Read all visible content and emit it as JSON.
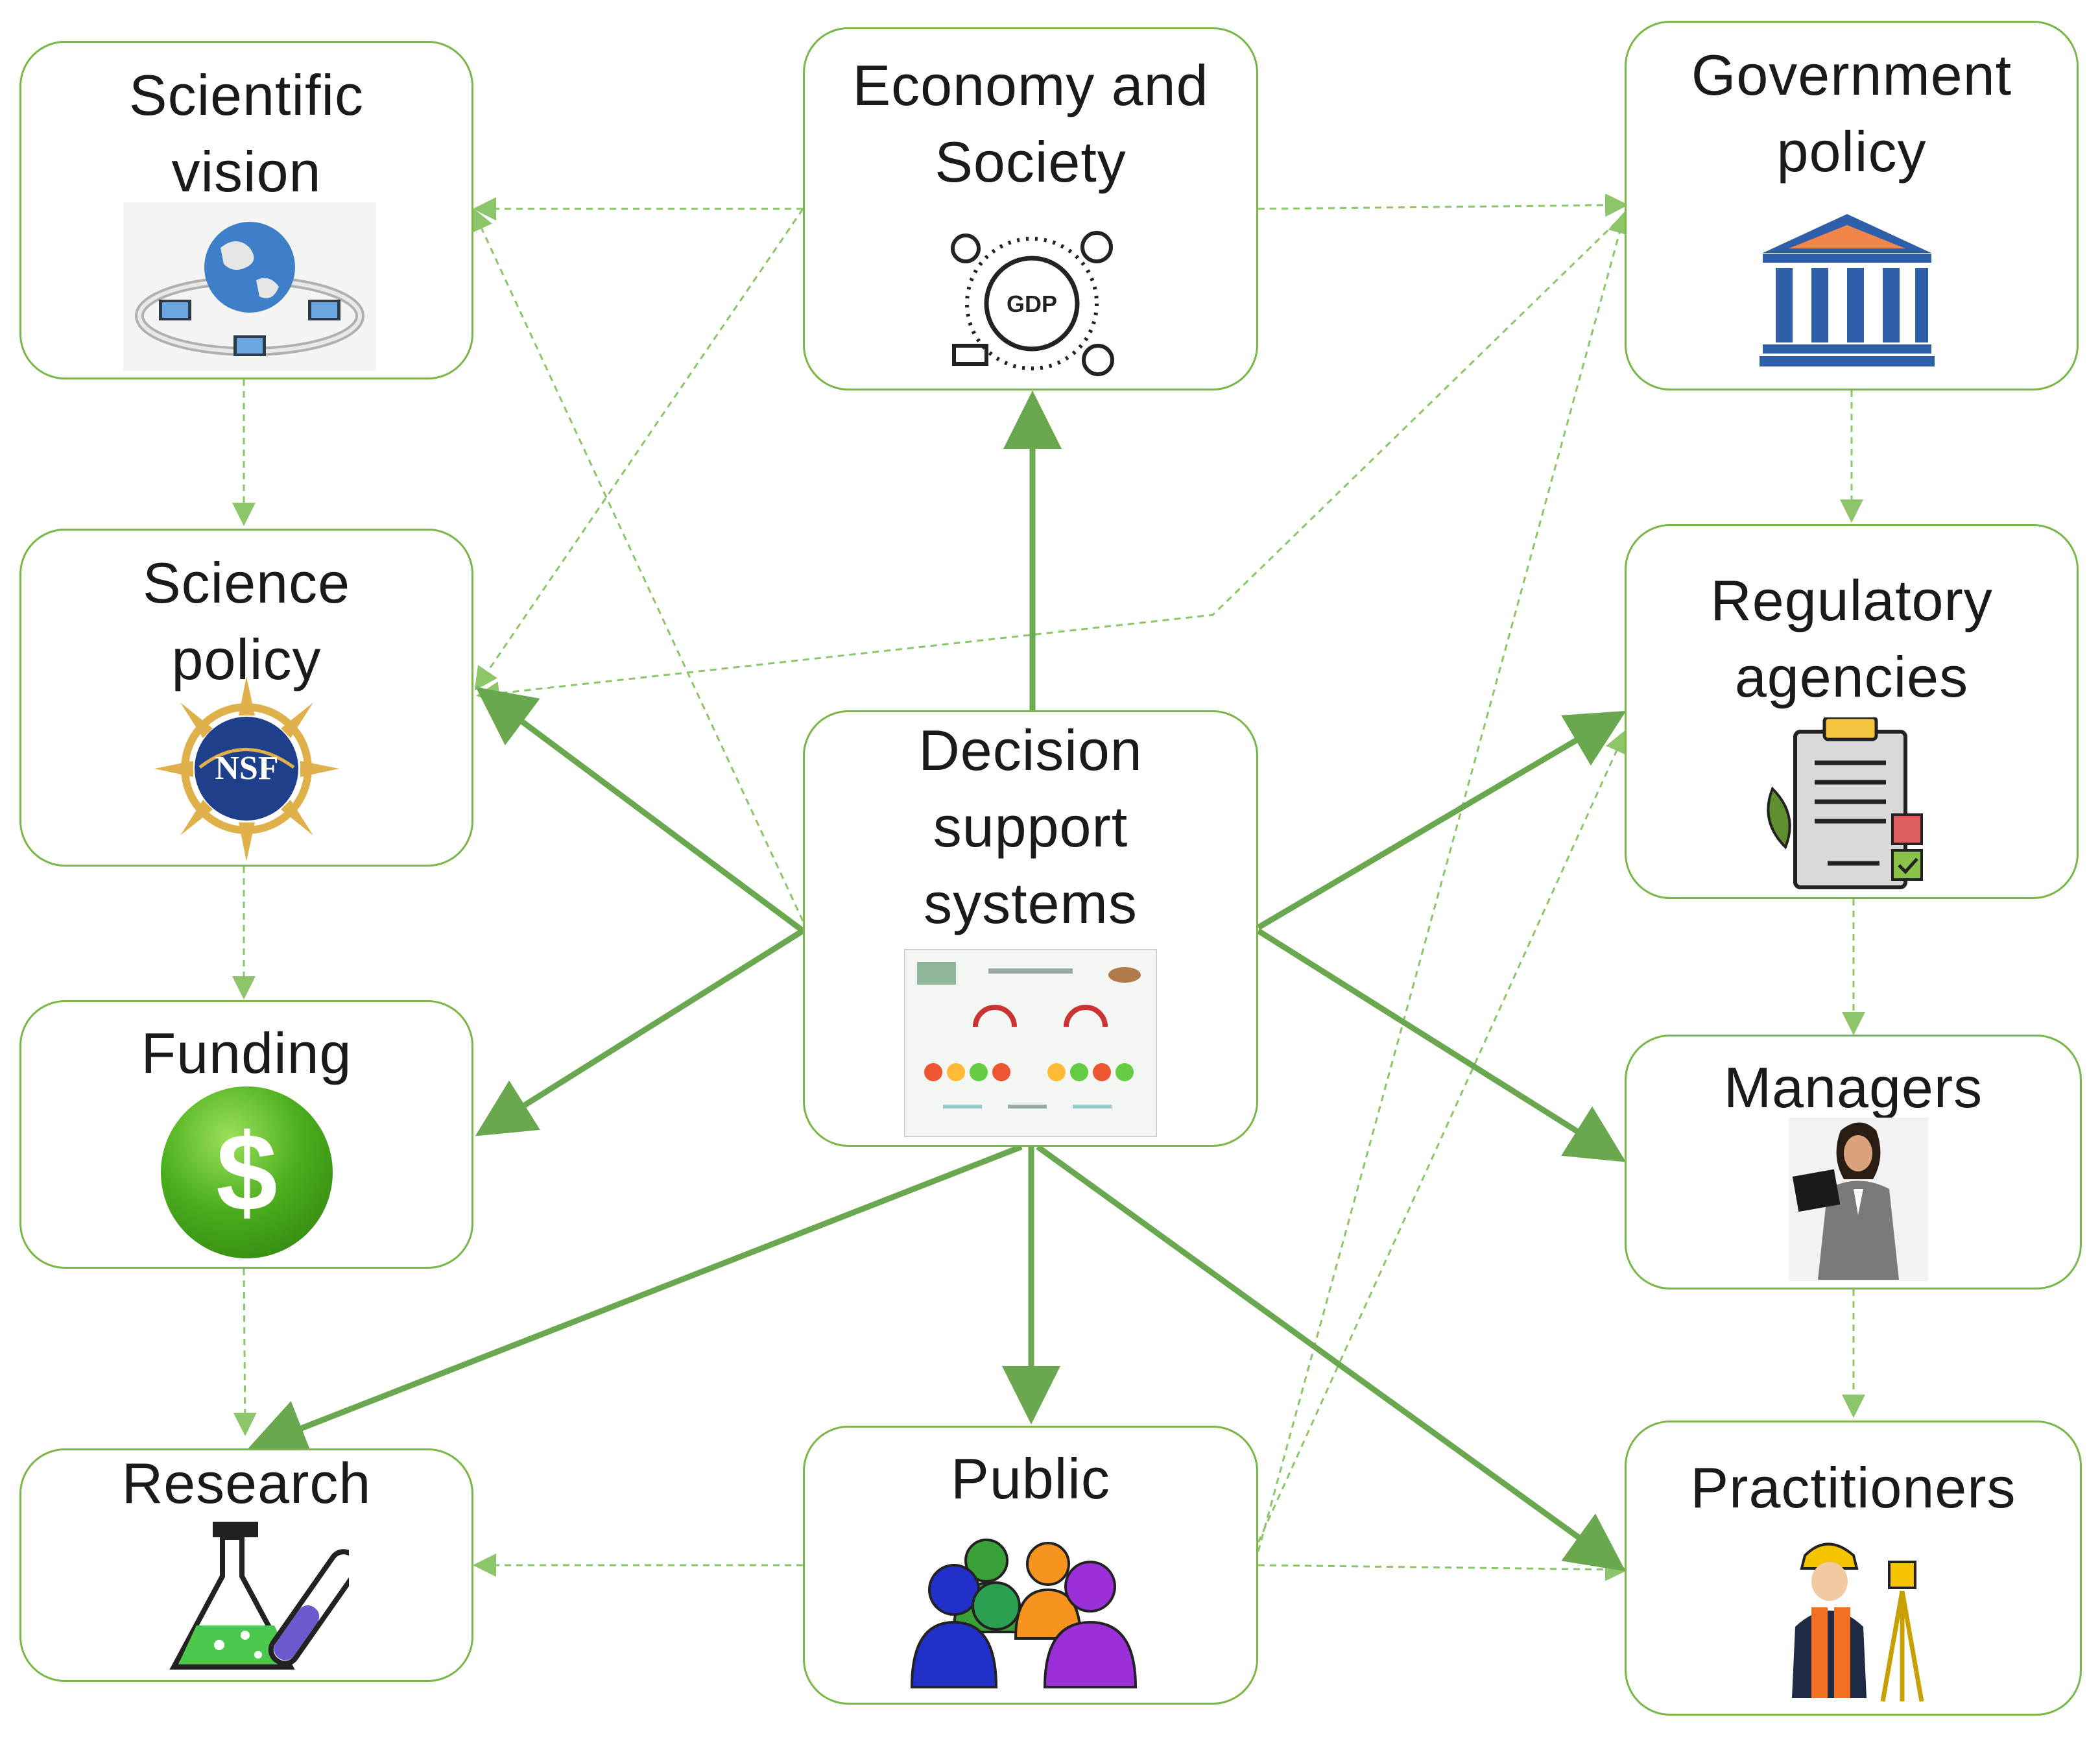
{
  "nodes": {
    "scientific_vision": {
      "label": "Scientific\nvision",
      "icon": "networked-globe-icon"
    },
    "economy_society": {
      "label": "Economy and\nSociety",
      "icon": "gdp-globe-icon"
    },
    "government_policy": {
      "label": "Government\npolicy",
      "icon": "government-building-icon"
    },
    "science_policy": {
      "label": "Science\npolicy",
      "icon": "nsf-seal-icon",
      "icon_text": "NSF"
    },
    "regulatory_agencies": {
      "label": "Regulatory\nagencies",
      "icon": "regulatory-clipboard-icon"
    },
    "decision_support": {
      "label": "Decision\nsupport\nsystems",
      "icon": "dashboard-screenshot-icon"
    },
    "funding": {
      "label": "Funding",
      "icon": "dollar-coin-icon",
      "icon_text": "$"
    },
    "managers": {
      "label": "Managers",
      "icon": "manager-with-laptop-icon"
    },
    "research": {
      "label": "Research",
      "icon": "lab-flask-icon"
    },
    "public": {
      "label": "Public",
      "icon": "people-group-icon"
    },
    "practitioners": {
      "label": "Practitioners",
      "icon": "surveyor-icon"
    }
  },
  "colors": {
    "border": "#7ab648",
    "strong_edge": "#6aa84f",
    "weak_edge": "#8cc56a"
  },
  "edges": {
    "strong": [
      [
        "decision_support",
        "economy_society"
      ],
      [
        "decision_support",
        "science_policy"
      ],
      [
        "decision_support",
        "funding"
      ],
      [
        "decision_support",
        "regulatory_agencies"
      ],
      [
        "decision_support",
        "managers"
      ],
      [
        "decision_support",
        "research"
      ],
      [
        "decision_support",
        "public"
      ],
      [
        "decision_support",
        "practitioners"
      ]
    ],
    "weak": [
      [
        "economy_society",
        "scientific_vision"
      ],
      [
        "economy_society",
        "science_policy"
      ],
      [
        "economy_society",
        "government_policy"
      ],
      [
        "decision_support",
        "scientific_vision"
      ],
      [
        "scientific_vision",
        "science_policy"
      ],
      [
        "science_policy",
        "funding"
      ],
      [
        "funding",
        "research"
      ],
      [
        "government_policy",
        "regulatory_agencies"
      ],
      [
        "government_policy",
        "science_policy"
      ],
      [
        "regulatory_agencies",
        "managers"
      ],
      [
        "managers",
        "practitioners"
      ],
      [
        "public",
        "research"
      ],
      [
        "public",
        "practitioners"
      ],
      [
        "public",
        "government_policy"
      ],
      [
        "public",
        "regulatory_agencies"
      ]
    ]
  }
}
